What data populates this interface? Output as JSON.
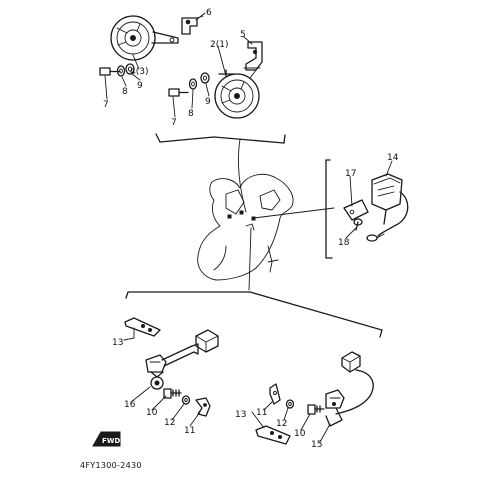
{
  "diagram": {
    "code": "4FY1300-2430",
    "badge_text": "FWD",
    "labels": [
      {
        "id": "6",
        "text": "6"
      },
      {
        "id": "5",
        "text": "5"
      },
      {
        "id": "2-1",
        "text": "2(1)"
      },
      {
        "id": "4-3",
        "text": "4(3)"
      },
      {
        "id": "7a",
        "text": "7"
      },
      {
        "id": "8a",
        "text": "8"
      },
      {
        "id": "9a",
        "text": "9"
      },
      {
        "id": "7b",
        "text": "7"
      },
      {
        "id": "8b",
        "text": "8"
      },
      {
        "id": "9b",
        "text": "9"
      },
      {
        "id": "14",
        "text": "14"
      },
      {
        "id": "17",
        "text": "17"
      },
      {
        "id": "18",
        "text": "18"
      },
      {
        "id": "13a",
        "text": "13"
      },
      {
        "id": "16",
        "text": "16"
      },
      {
        "id": "10a",
        "text": "10"
      },
      {
        "id": "12a",
        "text": "12"
      },
      {
        "id": "11a",
        "text": "11"
      },
      {
        "id": "11b",
        "text": "11"
      },
      {
        "id": "12b",
        "text": "12"
      },
      {
        "id": "10b",
        "text": "10"
      },
      {
        "id": "13b",
        "text": "13"
      },
      {
        "id": "15",
        "text": "15"
      }
    ]
  }
}
